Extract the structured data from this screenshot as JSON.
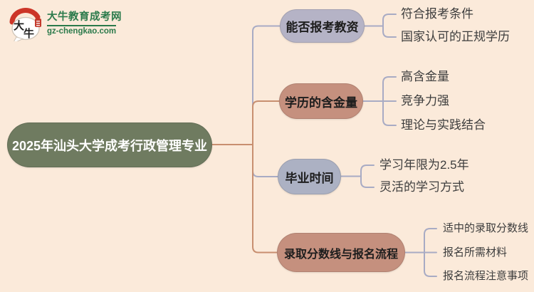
{
  "background": "#FBEADA",
  "logo": {
    "icon": "dainiu-speech-bubble-logo",
    "icon_char1": "大",
    "icon_char2": "牛",
    "site_name": "大牛教育成考网",
    "site_url": "gz-chengkao.com",
    "brand_green": "#2B7A4B",
    "seal_red": "#C3392C"
  },
  "root": {
    "label": "2025年汕头大学成考行政管理专业",
    "bg": "#6F7B60",
    "text_color": "#FFFFFF"
  },
  "branches": [
    {
      "label": "能否报考教资",
      "bg": "#B5B3C6",
      "children": [
        "符合报考条件",
        "国家认可的正规学历"
      ]
    },
    {
      "label": "学历的含金量",
      "bg": "#C5907E",
      "children": [
        "高含金量",
        "竞争力强",
        "理论与实践结合"
      ]
    },
    {
      "label": "毕业时间",
      "bg": "#ACB1C3",
      "children": [
        "学习年限为2.5年",
        "灵活的学习方式"
      ]
    },
    {
      "label": "录取分数线与报名流程",
      "bg": "#C5907E",
      "children": [
        "适中的录取分数线",
        "报名所需材料",
        "报名流程注意事项"
      ]
    }
  ],
  "connector_colors": {
    "tan": "#C88F70",
    "purple": "#A8ABC4"
  },
  "leaf_text_color": "#3D3D3D"
}
